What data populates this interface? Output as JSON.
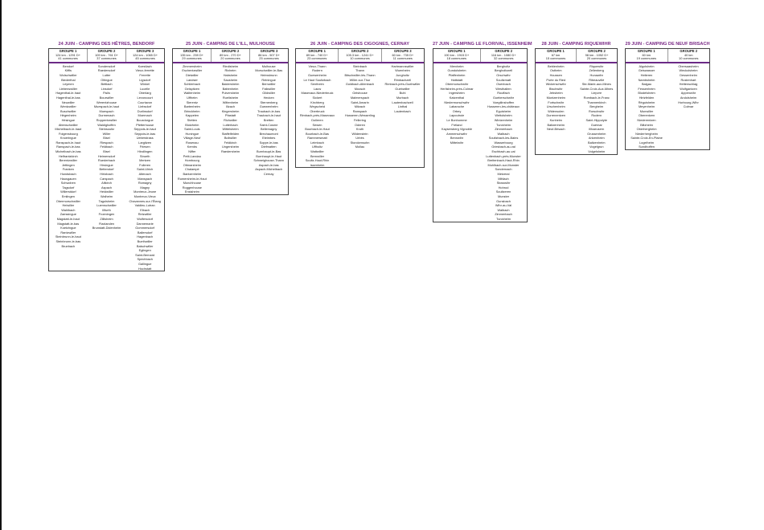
{
  "days": [
    {
      "title": "24 JUIN - CAMPING DES HÊTRES, BENDORF",
      "groups": [
        {
          "name": "GROUPE 1",
          "stats": "124 km - 1291 D+",
          "count": "41 communes",
          "communes": [
            "Bendorf",
            "Kiffis",
            "Wolschwiller",
            "Biederthal",
            "Leymen",
            "Liebenswiller",
            "Hagenthal-le-haut",
            "Hagenthal-le-bas",
            "Neuwiller",
            "Wentzwiller",
            "Buschwiller",
            "Hégenheim",
            "Hésingue",
            "Attenschwiller",
            "Michelbach-le-haut",
            "Folgensbourg",
            "Knoeringue",
            "Ranspach-le-haut",
            "Ranspach-le-bas",
            "Michelbach-le-bas",
            "Helfrantzkirch",
            "Berentzwiller",
            "Jettingen",
            "Franken",
            "Hundsbach",
            "Hausgauen",
            "Schwoben",
            "Tagsdorf",
            "Willerstdorf",
            "Emlingen",
            "Obermorschwiller",
            "Heiwiller",
            "Wahlbach",
            "Zaessingue",
            "Magstatt-le-haut",
            "Magstatt-le-bas",
            "Koetzingue",
            "Rantzwiller",
            "Steinbrunn-le-haut",
            "Steinbrunn-le-bas",
            "Bruebach"
          ]
        },
        {
          "name": "GROUPE 2",
          "stats": "109 km - 761 D+",
          "count": "37 communes",
          "communes": [
            "Sondersdorf",
            "Raedersdorf",
            "Lutter",
            "Oltingue",
            "Bettlach",
            "Linsdorf",
            "Fislis",
            "Bouxwiller",
            "Werentzhouse",
            "Muespach-le-haut",
            "Muespach",
            "Durmenach",
            "Roppentzwiller",
            "Waldighoffen",
            "Steinsoultz",
            "Willer",
            "Bisel",
            "Riespach",
            "Feldbach",
            "Bisel",
            "Heimersdorf",
            "Ruederbach",
            "Hirsingue",
            "Bettendorf",
            "Hirtzbach",
            "Carspach",
            "Altkirch",
            "Aspach",
            "Heidwiller",
            "Walheim",
            "Tagolsheim",
            "Luemschwiller",
            "Illfurth",
            "Froeningen",
            "Zillisheim",
            "Flaxlanden",
            "Brunstatt-Didenheim"
          ]
        },
        {
          "name": "GROUPE 3",
          "stats": "124 km - 1065 D+",
          "count": "45 communes",
          "communes": [
            "Koestlach",
            "Vieux-ferrette",
            "Ferrette",
            "Ligsdorf",
            "Winkel",
            "Lucelle",
            "Oberlarg",
            "Levoncourt",
            "Courtavon",
            "Liebsdorf",
            "Durlinsdorf",
            "Moernach",
            "Bouxdorgue",
            "Pfetterhouse",
            "Seppois-le-haut",
            "Seppois-le-bas",
            "Ueberstrass",
            "Largitzen",
            "Friesen",
            "Hindlingen",
            "Strueth",
            "Mertzen",
            "Fulleren",
            "Saint-Ulrich",
            "Altenach",
            "Manspach",
            "Romagny",
            "Magny",
            "Montreux-Jeune",
            "Montreux-Vieux",
            "Chavannes-sur-l'Étang",
            "Valdieu-Lutran",
            "Elbach",
            "Retzwiller",
            "Wolfersdorf",
            "Dannemarie",
            "Gommersdorf",
            "Ballersdorf",
            "Hagenbach",
            "Buethwiller",
            "Balschwiller",
            "Eglingen",
            "Saint-Bernard",
            "Spechbach",
            "Gallingue",
            "Hochstatt"
          ]
        }
      ]
    },
    {
      "title": "25 JUIN - CAMPING DE L'ILL, MULHOUSE",
      "groups": [
        {
          "name": "GROUPE 1",
          "stats": "135 km - 259 D+",
          "count": "29 communes",
          "communes": [
            "Zimmersheim",
            "Eschentzwiller",
            "Dietwiller",
            "Landser",
            "Schlierbach",
            "Geispitzen",
            "Waltenheim",
            "Uffheim",
            "Sierentz",
            "Bartenheim",
            "Brinckheim",
            "Kappelen",
            "Stetten",
            "Blotzheim",
            "Saint-Louis",
            "Huningue",
            "Village-Neuf",
            "Rosenau",
            "Kembs",
            "Niffer",
            "Petit-Landau",
            "Hombourg",
            "Ottmarsheim",
            "Chalampé",
            "Bantzenheim",
            "Rumersheim-le-Haut",
            "Munchhouse",
            "Roggenhouse",
            "Ensisheim"
          ]
        },
        {
          "name": "GROUPE 2",
          "stats": "89 km - 270 D+",
          "count": "20 communes",
          "communes": [
            "Riedisheim",
            "Rixheim",
            "Habsheim",
            "Sausheim",
            "Baldersheim",
            "Battenheim",
            "Pulversheim",
            "Ruelisheim",
            "Wittenheim",
            "Illzach",
            "Kingersheim",
            "Pfastatt",
            "Richwiller",
            "Lutterbach",
            "Wittelsheim",
            "Staffelfelden",
            "Bollwiller",
            "Feldkirch",
            "Ungersheim",
            "Raedersheim"
          ]
        },
        {
          "name": "GROUPE 3",
          "stats": "86 km - 507 D+",
          "count": "25 communes",
          "communes": [
            "Mulhouse",
            "Morschwiller-le-Bas",
            "Heimsbrunn",
            "Reiningue",
            "Bernwiller",
            "Falkwiller",
            "Gildwiller",
            "Hecken",
            "Sternenberg",
            "Guewenheim",
            "Traubach-le-bas",
            "Traubach-le-haut",
            "Bretten",
            "Saint-Cosme",
            "Bellemagny",
            "Brechaumont",
            "Eteimbes",
            "Soppe-le-bas",
            "Diefmatten",
            "Burnhaupt-le-Bas",
            "Burnhaupt-le-Haut",
            "Schweighouse-Thann",
            "Aspach-le-bas",
            "Aspach-Michelbach",
            "Cernay"
          ]
        }
      ]
    },
    {
      "title": "26 JUIN - CAMPING DES CIGOGNES, CERNAY",
      "groups": [
        {
          "name": "GROUPE 1",
          "stats": "89 km - 740 D+",
          "count": "23 communes",
          "communes": [
            "Vieux-Thann",
            "Rodern",
            "Guewenheim",
            "Le Haut Soultzbach",
            "Sentheim",
            "Lauw",
            "Masevaux-Niederbruck",
            "Sickert",
            "Kirchberg",
            "Wegscheid",
            "Oberbruck",
            "Rimbach-près-Masevaux",
            "Dolleren",
            "Sewen",
            "Bourbach-le-Haut",
            "Bourbach-le-Bas",
            "Rammersmatt",
            "Leimbach",
            "Uffholtz",
            "Wattwiller",
            "Bernwiller",
            "Soultz-Haut-Rhin",
            "Issenheim"
          ]
        },
        {
          "name": "GROUPE 2",
          "stats": "105.3 km - 1241 D+",
          "count": "10 communes",
          "communes": [
            "Steinbach",
            "Thann",
            "Bitschwiller-lès-Thann",
            "Willer-sur-Thur",
            "Goldbach-Altenbach",
            "Moosch",
            "Geishouse",
            "Malmerspach",
            "Saint-Amarin",
            "Mitzach",
            "Ranspach",
            "Husseren-Wesserling",
            "Fellering",
            "Oderen",
            "Kruth",
            "Wildenstein",
            "Urbès",
            "Storckensohn",
            "Mollau"
          ]
        },
        {
          "name": "GROUPE 3",
          "stats": "60 km - 735 D+",
          "count": "11 communes",
          "communes": [
            "Hartmannswiller",
            "Wuenheim",
            "Jungholtz",
            "Rimbachzell",
            "Rimbach-près-Guebwiller",
            "Guebwiller",
            "Buhl",
            "Murbach",
            "Lautenbachzell",
            "Linthal",
            "Lautenbach"
          ]
        }
      ]
    },
    {
      "title": "27 JUIN - CAMPING LE FLORIVAL, ISSENHEIM",
      "groups": [
        {
          "name": "GROUPE 1",
          "stats": "190 km - 1915 D+",
          "count": "18 communes",
          "communes": [
            "Merxheim",
            "Gundolsheim",
            "Pfaffenheim",
            "Hattstatt",
            "Obermorschwihr",
            "Herlisheim-près-Colmar",
            "Ingersheim",
            "Katzenthal",
            "Niedermorschwihr",
            "Labaroche",
            "Orbey",
            "Lapoutroie",
            "Le Bonhomme",
            "Fréland",
            "Kaysersberg Vignoble",
            "Ammerschwihr",
            "Bennwihr",
            "Mittelwihr"
          ]
        },
        {
          "name": "GROUPE 2",
          "stats": "116 km - 1080 D+",
          "count": "32 communes",
          "communes": [
            "Bergholtz",
            "Bergholtzzell",
            "Orschwihr",
            "Soultzmatt",
            "Osenbach",
            "Westhalten",
            "Rouffach",
            "Gueberschwihr",
            "Voegtlinshoffen",
            "Husseren-les-châteaux",
            "Eguisheim",
            "Wettolsheim",
            "Wintzenheim",
            "Turckheim",
            "Zimmerbach",
            "Walbach",
            "Soultzbach-les-Bains",
            "Wasserbourg",
            "Griesbach-au-val",
            "Eschbach-au-val",
            "Luttenbach-près-Munster",
            "Breitenbach-Haut-Rhin",
            "Muhlbach-sur-Munster",
            "Sondernach",
            "Metzeral",
            "Mittlach",
            "Stosswihr",
            "Hohrod",
            "Soultzeren",
            "Munster",
            "Gunsbach",
            "Wihr-au-Val",
            "Walbach",
            "Zimmerbach",
            "Turckheim"
          ]
        }
      ]
    },
    {
      "title": "28 JUIN - CAMPING RIQUEWIHR",
      "groups": [
        {
          "name": "GROUPE 1",
          "stats": "67 km",
          "count": "15 communes",
          "communes": [
            "Beblenheim",
            "Ostheim",
            "Houssen",
            "Porte du Ried",
            "Wickerschwihr",
            "Bischwihr",
            "Jebsheim",
            "Muntzenheim",
            "Fortschwihr",
            "Urschenheim",
            "Widensolen",
            "Durrenentzen",
            "Kunheim",
            "Baltzenheim",
            "Neuf-Brisach"
          ]
        },
        {
          "name": "GROUPE 2",
          "stats": "98 km - 1052 D+",
          "count": "20 communes",
          "communes": [
            "Riquewihr",
            "Zellenberg",
            "Hunawihr",
            "Ribeauvillé",
            "Ste-Marie-aux-Mines",
            "Sainte-Croix-Aux-Mines",
            "Liepvre",
            "Rombach-le-Franc",
            "Thannenkirch",
            "Bergheim",
            "Rorschwihr",
            "Rodern",
            "Saint-Hippolyte",
            "Guémar",
            "Illhaeusern",
            "Grussenheim",
            "Artzenheim",
            "Baltzenheim",
            "Vogelgrun",
            "Volgelsheim"
          ]
        }
      ]
    },
    {
      "title": "29 JUIN - CAMPING DE NEUF BRISACH",
      "groups": [
        {
          "name": "GROUPE 1",
          "stats": "60 km",
          "count": "19 communes",
          "communes": [
            "Algolsheim",
            "Geiswasser",
            "Heiteren",
            "Nambsheim",
            "Balgau",
            "Fessenheim",
            "Blodelsheim",
            "Hirtzfelden",
            "Réguisheim",
            "Meyenheim",
            "Munwiller",
            "Oberentzen",
            "Niederentzen",
            "Biltzheim",
            "Oberhergheim",
            "Niederhergheim",
            "Sainte-Croix-En-Plaine",
            "Logelheim",
            "Sundhoffen"
          ]
        },
        {
          "name": "GROUPE 2",
          "stats": "40 km",
          "count": "10 communes",
          "communes": [
            "Obersaasheim",
            "Weckolsheim",
            "Dessenheim",
            "Rustenhart",
            "Hettenschlag",
            "Wolfgantzen",
            "Appenwihr",
            "Andolsheim",
            "Horbourg-Wihr",
            "Colmar"
          ]
        }
      ]
    }
  ]
}
